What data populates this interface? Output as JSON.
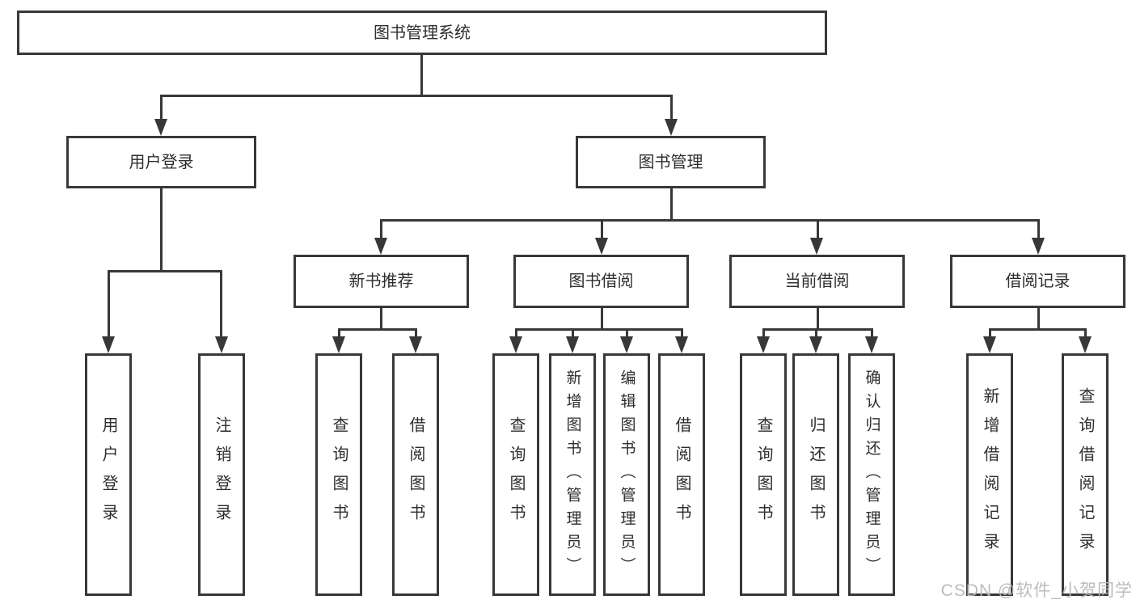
{
  "nodes": {
    "root": "图书管理系统",
    "user_login": "用户登录",
    "book_mgmt": "图书管理",
    "new_book": "新书推荐",
    "book_borrow": "图书借阅",
    "current_borrow": "当前借阅",
    "borrow_record": "借阅记录"
  },
  "leaves": [
    {
      "label": "用户登录"
    },
    {
      "label": "注销登录"
    },
    {
      "label": "查询图书"
    },
    {
      "label": "借阅图书"
    },
    {
      "label": "查询图书"
    },
    {
      "label": "新增图书（管理员）"
    },
    {
      "label": "编辑图书（管理员）"
    },
    {
      "label": "借阅图书"
    },
    {
      "label": "查询图书"
    },
    {
      "label": "归还图书"
    },
    {
      "label": "确认归还（管理员）"
    },
    {
      "label": "新增借阅记录"
    },
    {
      "label": "查询借阅记录"
    }
  ],
  "watermark": "CSDN @软件_小贺同学",
  "colors": {
    "line": "#383838",
    "text": "#2e2e2e",
    "watermark": "#b8b8b8",
    "background": "#ffffff"
  }
}
